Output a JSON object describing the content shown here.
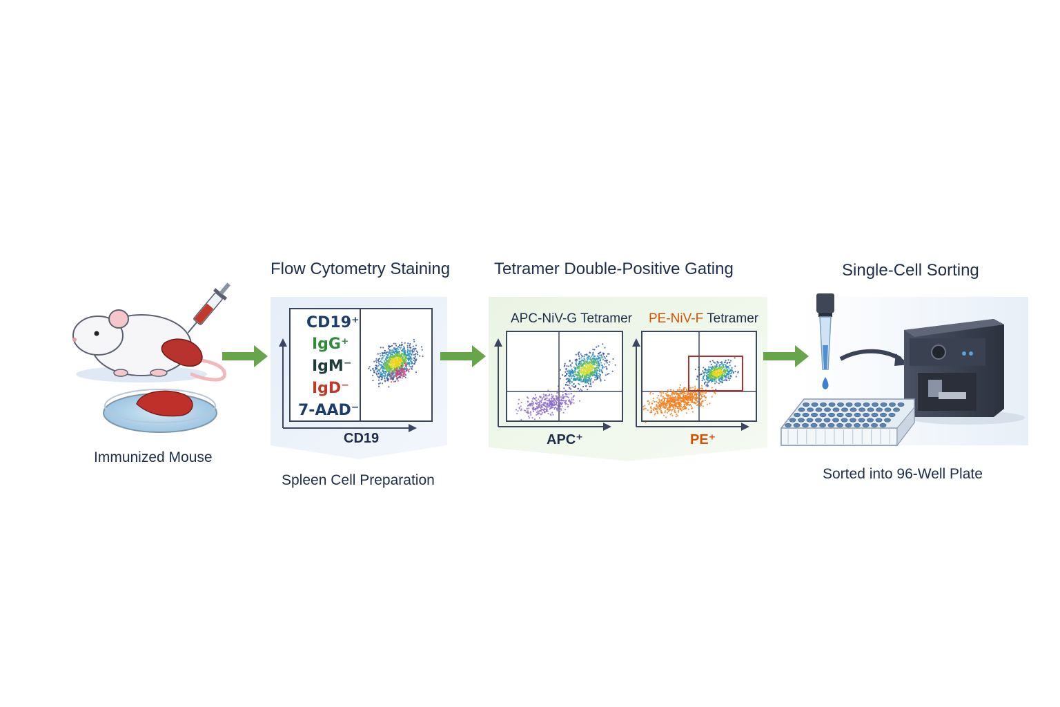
{
  "steps": {
    "mouse": {
      "caption": "Immunized Mouse"
    },
    "staining": {
      "title": "Flow Cytometry Staining",
      "markers": [
        "CD19⁺",
        "IgG⁺",
        "IgM⁻",
        "IgD⁻",
        "7-AAD⁻"
      ],
      "x_axis_label": "CD19",
      "caption": "Spleen Cell Preparation"
    },
    "gating": {
      "title": "Tetramer Double-Positive Gating",
      "panel1_label": "APC-NiV-G Tetramer",
      "panel1_axis": "APC⁺",
      "panel2_label_prefix": "PE-NiV-F",
      "panel2_label_suffix": " Tetramer",
      "panel2_axis": "PE⁺"
    },
    "sorting": {
      "title": "Single-Cell Sorting",
      "caption": "Sorted into 96-Well Plate"
    }
  },
  "colors": {
    "text": "#1d2d4a",
    "arrow": "#5ea040",
    "igg": "#2e8b3a",
    "igd": "#c0392b",
    "pe": "#d35400",
    "gate": "#b03030"
  }
}
